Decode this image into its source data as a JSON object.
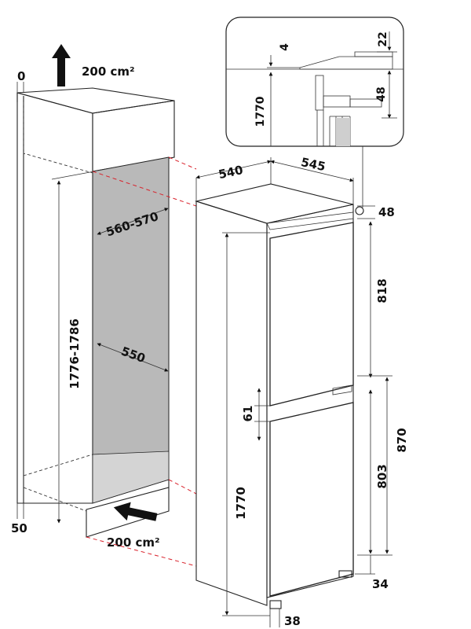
{
  "diagram": {
    "labels": {
      "top_vent_area": "200 cm²",
      "bottom_vent_area": "200 cm²",
      "gap_top_left": "0",
      "gap_bottom_left": "50",
      "niche_height": "1776-1786",
      "niche_width": "560-570",
      "niche_depth": "550",
      "appliance_depth": "540",
      "appliance_width": "545",
      "top_gap": "48",
      "upper_door_height": "818",
      "door_gap": "61",
      "lower_section_height": "870",
      "lower_door_height": "803",
      "appliance_height": "1770",
      "bottom_right_gap": "34",
      "foot_offset": "38",
      "detail_height": "1770",
      "detail_4": "4",
      "detail_22": "22",
      "detail_48": "48"
    },
    "colors": {
      "niche_interior": "#b9b9b9",
      "alignment_lines": "#d9202a",
      "lines": "#222222"
    }
  }
}
